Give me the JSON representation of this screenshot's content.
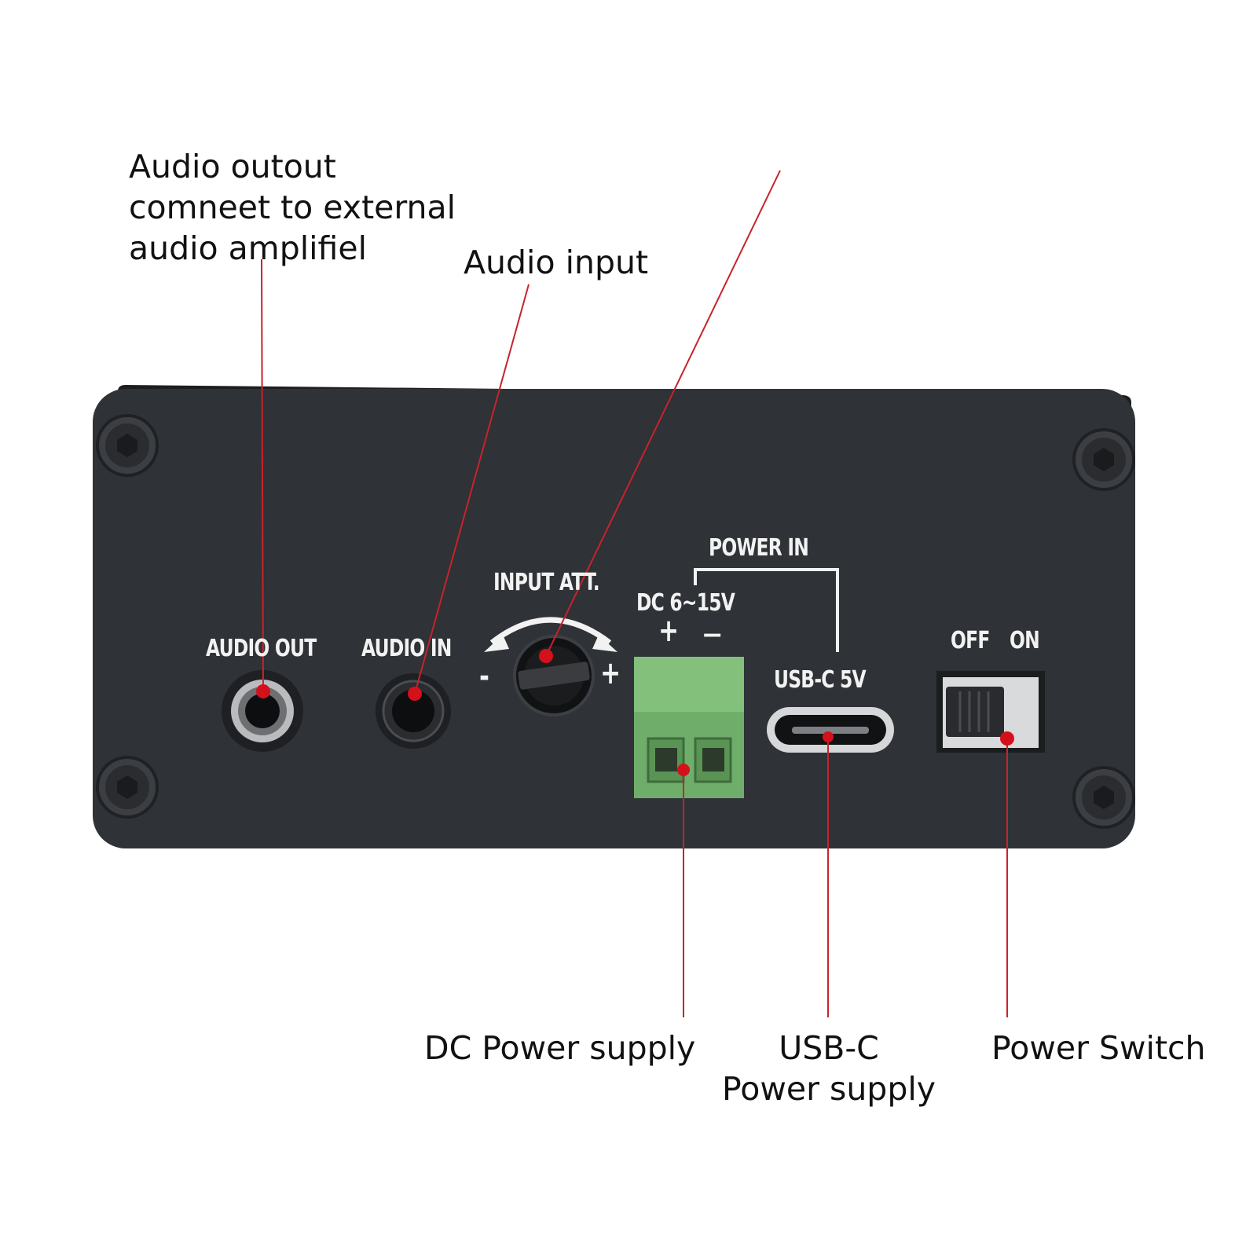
{
  "callouts": {
    "audio_output": [
      "Audio outout",
      "comneet to external",
      "audio amplifiel"
    ],
    "audio_input": "Audio input",
    "dc_power": "DC Power supply",
    "usbc_power": [
      "USB-C",
      "Power supply"
    ],
    "power_switch": "Power Switch"
  },
  "panel": {
    "audio_out": "AUDIO OUT",
    "audio_in": "AUDIO IN",
    "input_att": "INPUT ATT.",
    "minus": "-",
    "plus": "+",
    "power_in": "POWER IN",
    "dc_range": "DC 6~15V",
    "dc_plus": "+",
    "dc_minus": "—",
    "usbc": "USB-C 5V",
    "switch_off": "OFF",
    "switch_on": "ON"
  },
  "colors": {
    "panel": "#2f3236",
    "leader": "#c8232c",
    "terminal": "#6fae6a"
  }
}
